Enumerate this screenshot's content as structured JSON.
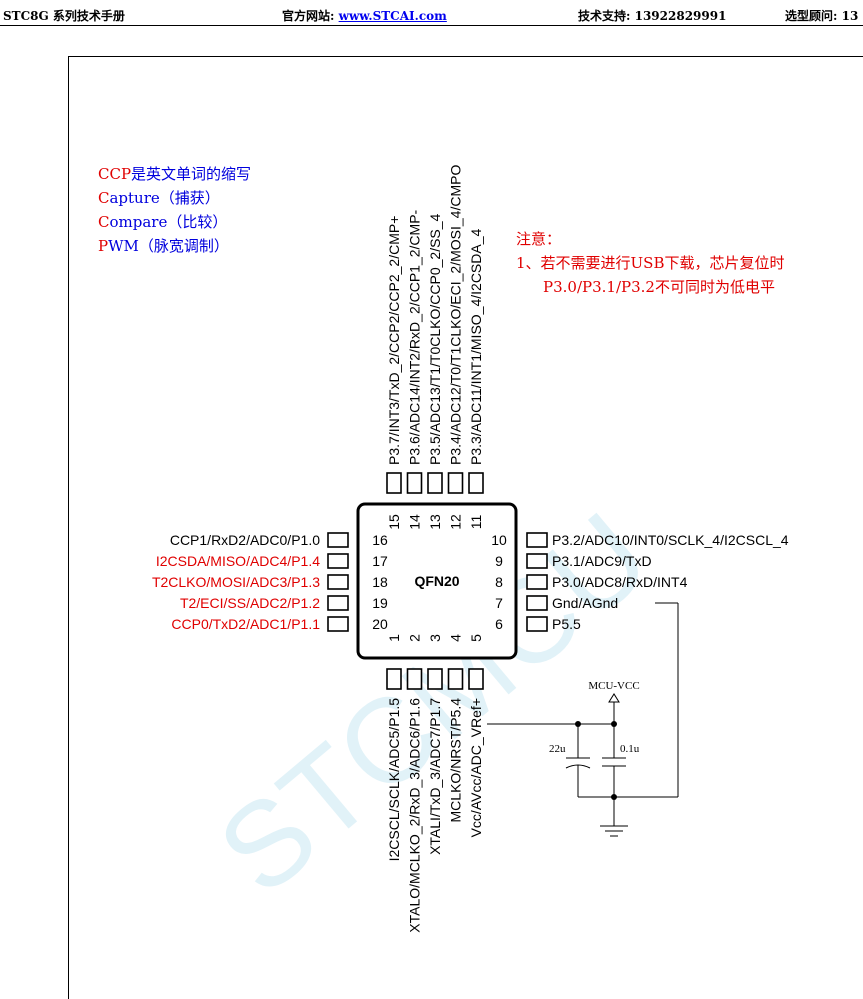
{
  "header": {
    "left": "STC8G 系列技术手册",
    "site_label": "官方网站: ",
    "site_link": "www.STCAI.com",
    "support": "技术支持: 13922829991",
    "advisor": "选型顾问: 13"
  },
  "chip": {
    "name": "QFN20",
    "watermark": "STCMCU",
    "pins": [
      {
        "num": "1",
        "label": "I2CSCL/SCLK/ADC5/P1.5",
        "red": false
      },
      {
        "num": "2",
        "label": "XTALO/MCLKO_2/RxD_3/ADC6/P1.6",
        "red": false
      },
      {
        "num": "3",
        "label": "XTALI/TxD_3/ADC7/P1.7",
        "red": false
      },
      {
        "num": "4",
        "label": "MCLKO/NRST/P5.4",
        "red": false
      },
      {
        "num": "5",
        "label": "Vcc/AVcc/ADC_VRef+",
        "red": false
      },
      {
        "num": "6",
        "label": "P5.5",
        "red": false
      },
      {
        "num": "7",
        "label": "Gnd/AGnd",
        "red": false
      },
      {
        "num": "8",
        "label": "P3.0/ADC8/RxD/INT4",
        "red": false
      },
      {
        "num": "9",
        "label": "P3.1/ADC9/TxD",
        "red": false
      },
      {
        "num": "10",
        "label": "P3.2/ADC10/INT0/SCLK_4/I2CSCL_4",
        "red": false
      },
      {
        "num": "11",
        "label": "P3.3/ADC11/INT1/MISO_4/I2CSDA_4",
        "red": false
      },
      {
        "num": "12",
        "label": "P3.4/ADC12/T0/T1CLKO/ECI_2/MOSI_4/CMPO",
        "red": false
      },
      {
        "num": "13",
        "label": "P3.5/ADC13/T1/T0CLKO/CCP0_2/SS_4",
        "red": false
      },
      {
        "num": "14",
        "label": "P3.6/ADC14/INT2/RxD_2/CCP1_2/CMP-",
        "red": false
      },
      {
        "num": "15",
        "label": "P3.7/INT3/TxD_2/CCP2/CCP2_2/CMP+",
        "red": false
      },
      {
        "num": "16",
        "label": "CCP1/RxD2/ADC0/P1.0",
        "red": false
      },
      {
        "num": "17",
        "label": "I2CSDA/MISO/ADC4/P1.4",
        "red": true
      },
      {
        "num": "18",
        "label": "T2CLKO/MOSI/ADC3/P1.3",
        "red": true
      },
      {
        "num": "19",
        "label": "T2/ECI/SS/ADC2/P1.2",
        "red": true
      },
      {
        "num": "20",
        "label": "CCP0/TxD2/ADC1/P1.1",
        "red": true
      }
    ]
  },
  "legend": {
    "line1_a": "CCP",
    "line1_b": "是英文单词的缩写",
    "line2_a": "C",
    "line2_b": "apture（捕获）",
    "line3_a": "C",
    "line3_b": "ompare（比较）",
    "line4_a": "P",
    "line4_b": "WM（脉宽调制）"
  },
  "note": {
    "title": "注意：",
    "line1": "1、若不需要进行USB下载，芯片复位时",
    "line2": "P3.0/P3.1/P3.2不可同时为低电平"
  },
  "circuit": {
    "vcc_label": "MCU-VCC",
    "cap1": "22u",
    "cap2": "0.1u"
  }
}
